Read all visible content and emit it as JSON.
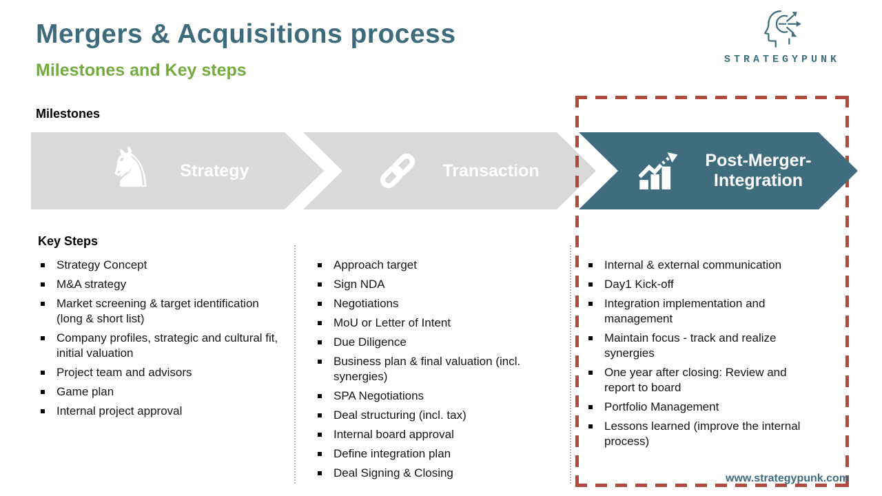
{
  "slide": {
    "title": "Mergers & Acquisitions process",
    "subtitle": "Milestones and Key steps",
    "milestones_heading": "Milestones",
    "key_steps_heading": "Key Steps",
    "footer_url": "www.strategypunk.com"
  },
  "logo": {
    "brand": "STRATEGYPUNK",
    "icon": "head-with-arrows-icon"
  },
  "milestones": [
    {
      "label": "Strategy",
      "icon": "chess-knight-icon",
      "icon_glyph": "♞",
      "color": "#d9d9d9",
      "highlighted": false
    },
    {
      "label": "Transaction",
      "icon": "chain-link-icon",
      "color": "#d9d9d9",
      "highlighted": false
    },
    {
      "label": "Post-Merger-Integration",
      "line1": "Post-Merger-",
      "line2": "Integration",
      "icon": "growth-chart-icon",
      "color": "#3f6d7d",
      "highlighted": true
    }
  ],
  "key_steps": {
    "strategy": [
      "Strategy Concept",
      "M&A strategy",
      "Market screening & target identification (long & short list)",
      "Company profiles, strategic and cultural fit, initial valuation",
      "Project team and advisors",
      "Game plan",
      "Internal project approval"
    ],
    "transaction": [
      "Approach target",
      "Sign NDA",
      "Negotiations",
      "MoU or Letter of Intent",
      "Due Diligence",
      "Business plan & final valuation (incl. synergies)",
      "SPA Negotiations",
      "Deal structuring (incl. tax)",
      "Internal board approval",
      "Define integration plan",
      "Deal Signing & Closing"
    ],
    "post_merger_integration": [
      "Internal & external communication",
      "Day1 Kick-off",
      "Integration implementation and management",
      "Maintain focus - track and realize synergies",
      "One year after closing: Review and report to board",
      "Portfolio Management",
      "Lessons learned (improve the internal process)"
    ]
  },
  "colors": {
    "title_teal": "#3d6b7c",
    "subtitle_green": "#74ab41",
    "arrow_gray": "#d9d9d9",
    "arrow_teal": "#3f6d7d",
    "highlight_red": "#b04a3e",
    "body_text": "#141414"
  }
}
